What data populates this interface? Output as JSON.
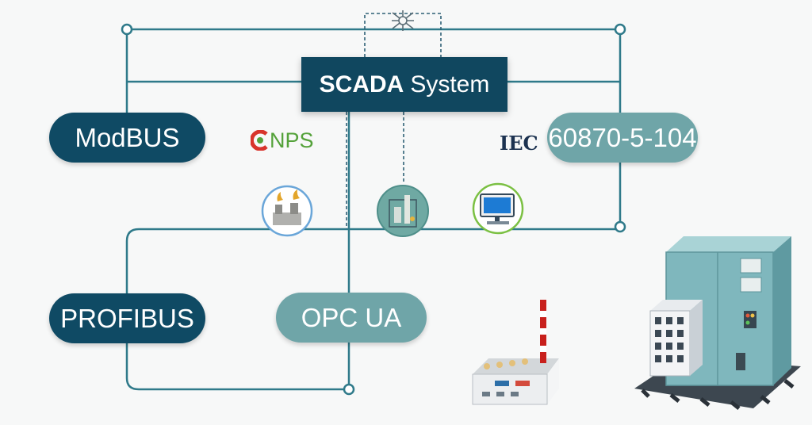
{
  "nodes": {
    "scada": {
      "strong": "SCADA",
      "rest": "System"
    },
    "modbus": "ModBUS",
    "iec_prefix": "IEC",
    "iec_protocol": "60870-5-104",
    "profibus": "PROFIBUS",
    "opc_ua": "OPC UA"
  },
  "logos": {
    "cnps_rest": "NPS"
  },
  "colors": {
    "bus_line": "#2f7a8a",
    "dark_node": "#0f4a64",
    "light_node": "#6fa5a8",
    "cnps_red": "#d8342c",
    "cnps_green": "#54a23a"
  },
  "icons": [
    "network-node-icon",
    "factory-icon",
    "industrial-plant-icon",
    "monitor-icon",
    "power-plant-icon",
    "control-cabinet-icon"
  ]
}
